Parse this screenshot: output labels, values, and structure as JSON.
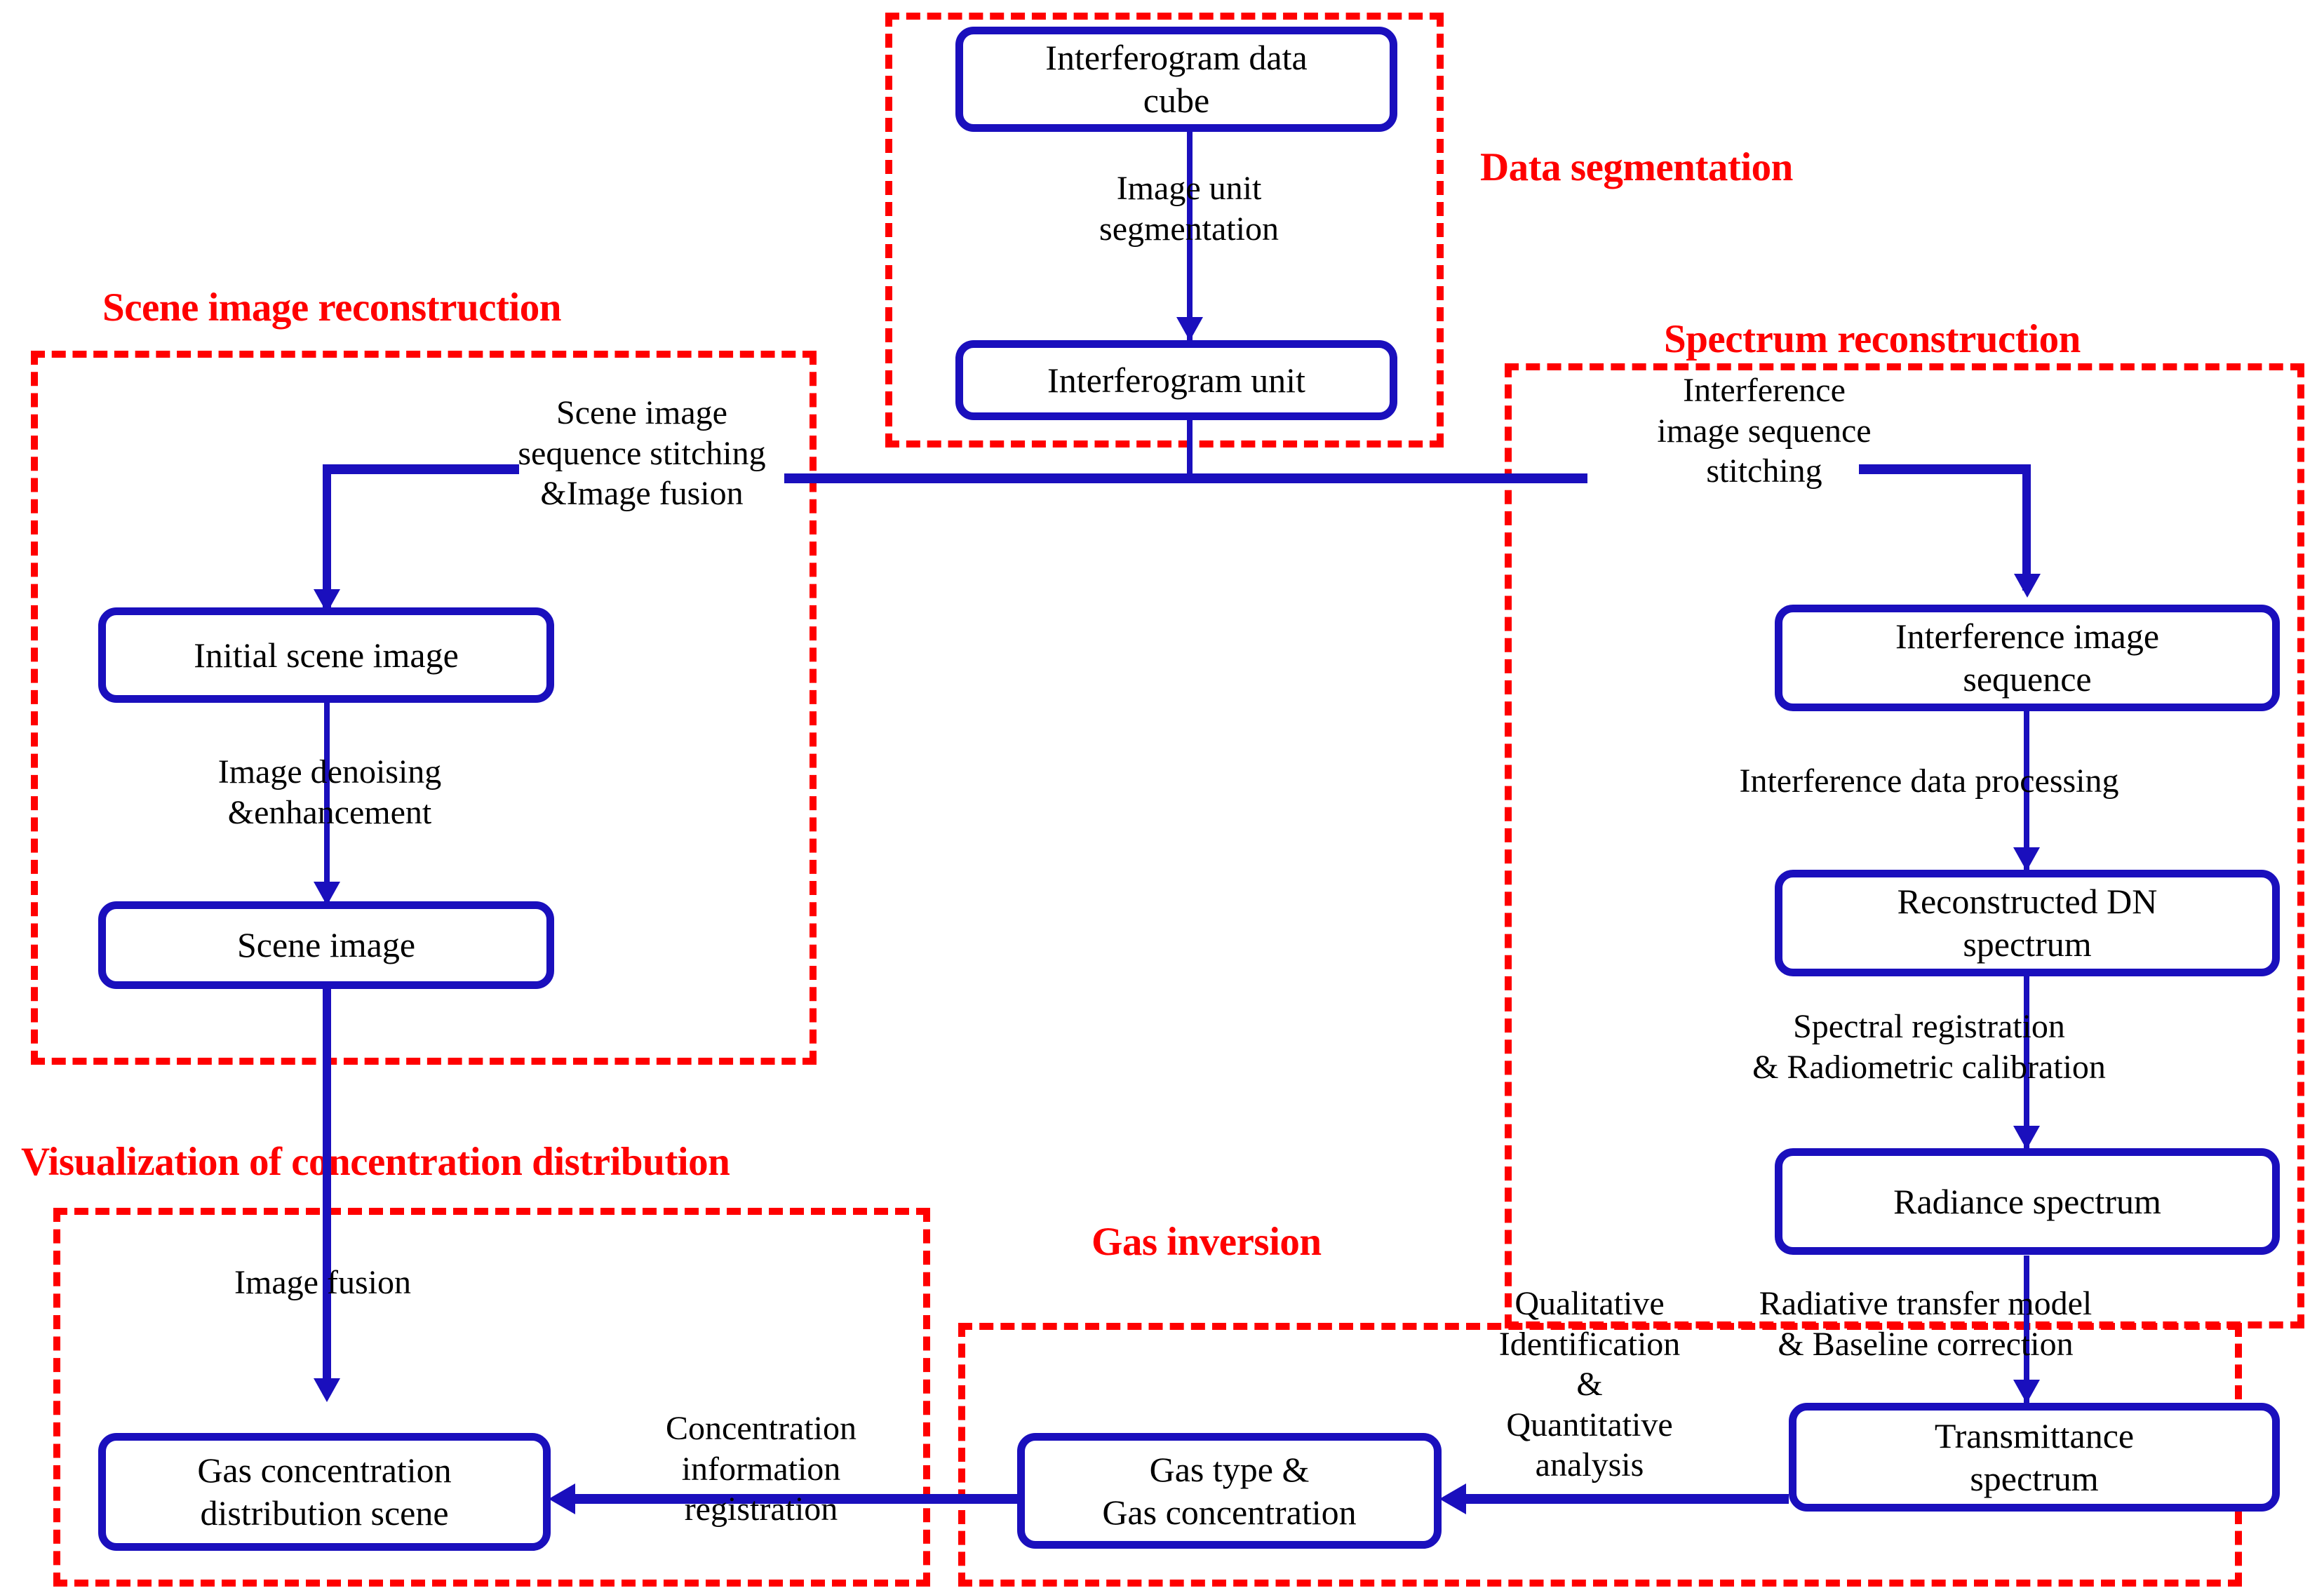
{
  "diagram": {
    "title": "Gas detection imaging spectrometer data processing flowchart",
    "colors": {
      "node_border": "#1A0FBD",
      "connector": "#1A0FBD",
      "group_frame": "#FF0000",
      "group_title": "#FF0000",
      "label_text": "#000000",
      "background": "#FFFFFF"
    },
    "groups": [
      {
        "id": "data-segmentation",
        "title": "Data segmentation"
      },
      {
        "id": "scene-image-reconstruction",
        "title": "Scene image reconstruction"
      },
      {
        "id": "spectrum-reconstruction",
        "title": "Spectrum reconstruction"
      },
      {
        "id": "visualization",
        "title": "Visualization of concentration distribution"
      },
      {
        "id": "gas-inversion",
        "title": "Gas inversion"
      }
    ],
    "nodes": [
      {
        "id": "interferogram-data-cube",
        "label": "Interferogram data\ncube"
      },
      {
        "id": "interferogram-unit",
        "label": "Interferogram unit"
      },
      {
        "id": "initial-scene-image",
        "label": "Initial scene image"
      },
      {
        "id": "scene-image",
        "label": "Scene image"
      },
      {
        "id": "interference-image-sequence",
        "label": "Interference image\nsequence"
      },
      {
        "id": "reconstructed-dn-spectrum",
        "label": "Reconstructed DN\nspectrum"
      },
      {
        "id": "radiance-spectrum",
        "label": "Radiance spectrum"
      },
      {
        "id": "transmittance-spectrum",
        "label": "Transmittance\nspectrum"
      },
      {
        "id": "gas-type-concentration",
        "label": "Gas type &\nGas concentration"
      },
      {
        "id": "gas-concentration-distribution-scene",
        "label": "Gas concentration\ndistribution scene"
      }
    ],
    "edge_labels": [
      {
        "id": "image-unit-segmentation",
        "text": "Image unit\nsegmentation"
      },
      {
        "id": "scene-image-sequence-stitching",
        "text": "Scene image\nsequence stitching\n&Image fusion"
      },
      {
        "id": "image-denoising-enhancement",
        "text": "Image denoising\n&enhancement"
      },
      {
        "id": "interference-image-sequence-stitching",
        "text": "Interference\nimage sequence\nstitching"
      },
      {
        "id": "interference-data-processing",
        "text": "Interference data processing"
      },
      {
        "id": "spectral-registration-radiometric-calibration",
        "text": "Spectral registration\n& Radiometric calibration"
      },
      {
        "id": "radiative-transfer-baseline",
        "text": "Radiative transfer model\n& Baseline correction"
      },
      {
        "id": "qualitative-quantitative",
        "text": "Qualitative\nIdentification\n&\nQuantitative\nanalysis"
      },
      {
        "id": "concentration-information-registration",
        "text": "Concentration\ninformation\nregistration"
      },
      {
        "id": "image-fusion",
        "text": "Image fusion"
      }
    ]
  }
}
